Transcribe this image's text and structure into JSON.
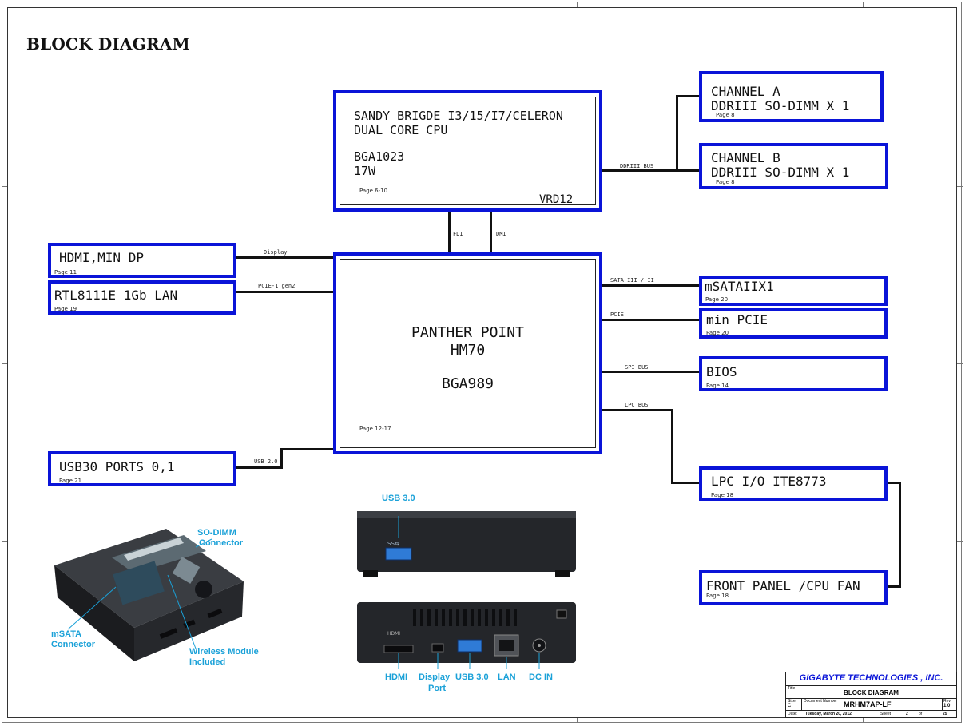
{
  "sheet_title": "BLOCK DIAGRAM",
  "cpu": {
    "line1": "SANDY BRIGDE I3/15/I7/CELERON",
    "line2": "DUAL CORE CPU",
    "line3": "BGA1023",
    "line4": "17W",
    "page": "Page 6-10",
    "vrd": "VRD12"
  },
  "pch": {
    "line1": "PANTHER POINT",
    "line2": "HM70",
    "line3": "BGA989",
    "page": "Page 12-17"
  },
  "blocks": {
    "channel_a": {
      "line1": "CHANNEL A",
      "line2": "DDRIII SO-DIMM X 1",
      "page": "Page 8"
    },
    "channel_b": {
      "line1": "CHANNEL B",
      "line2": "DDRIII SO-DIMM X 1",
      "page": "Page 8"
    },
    "hdmi": {
      "label": "HDMI,MIN DP",
      "page": "Page 11"
    },
    "lan": {
      "label": "RTL8111E 1Gb LAN",
      "page": "Page 19"
    },
    "usb": {
      "label": "USB30 PORTS 0,1",
      "page": "Page 21"
    },
    "msata": {
      "label": "mSATAIIX1",
      "page": "Page 20"
    },
    "minipcie": {
      "label": "min PCIE",
      "page": "Page 20"
    },
    "bios": {
      "label": "BIOS",
      "page": "Page 14"
    },
    "lpc": {
      "label": "LPC I/O ITE8773",
      "page": "Page 18"
    },
    "fan": {
      "label": "FRONT PANEL /CPU FAN",
      "page": "Page 18"
    }
  },
  "bus_labels": {
    "ddr": "DDRIII BUS",
    "fdi": "FDI",
    "dmi": "DMI",
    "display": "Display",
    "pcie_gen2": "PCIE-1 gen2",
    "usb2": "USB 2.0",
    "sata": "SATA III / II",
    "pcie": "PCIE",
    "spi": "SPI BUS",
    "lpc": "LPC BUS"
  },
  "photo_captions": {
    "sodimm": "SO-DIMM\nConnector",
    "msata": "mSATA\nConnector",
    "wireless": "Wireless Module\nIncluded",
    "usb30_top": "USB 3.0",
    "hdmi": "HDMI",
    "display_port": "Display\nPort",
    "usb30": "USB 3.0",
    "lan": "LAN",
    "dc_in": "DC IN"
  },
  "port_glyphs": {
    "hdmi": "HDMI",
    "ss": "SS⇆"
  },
  "title_block": {
    "company": "GIGABYTE TECHNOLOGIES , INC.",
    "title_label": "Title",
    "title": "BLOCK DIAGRAM",
    "size_label": "Size",
    "size": "C",
    "doc_label": "Document Number",
    "doc": "MRHM7AP-LF",
    "rev_label": "Rev",
    "rev": "1.0",
    "date_label": "Date:",
    "date": "Tuesday, March 20, 2012",
    "sheet_label": "Sheet",
    "sheet": "2",
    "of_label": "of",
    "of": "25"
  },
  "colors": {
    "block_border": "#0a14d8",
    "wire": "#111111",
    "caption": "#1aa1d8"
  }
}
